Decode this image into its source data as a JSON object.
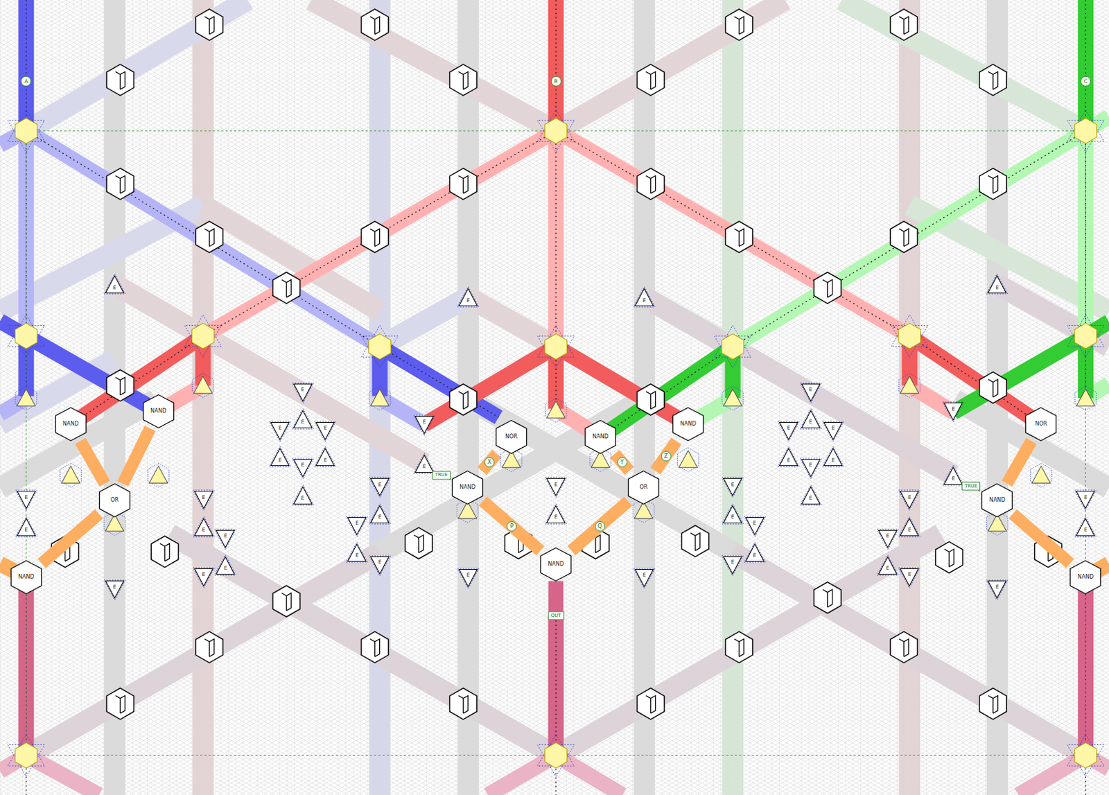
{
  "diagram": {
    "nodes": [
      {
        "text": [
          "A"
        ]
      },
      {
        "text": [
          "B"
        ]
      },
      {
        "text": [
          "C"
        ]
      },
      {
        "text": [
          "E"
        ]
      },
      {
        "text": [
          "E"
        ]
      },
      {
        "text": [
          "E"
        ]
      },
      {
        "text": [
          "E"
        ]
      },
      {
        "text": [
          "E"
        ]
      },
      {
        "text": [
          "E"
        ]
      },
      {
        "text": [
          "NAND"
        ]
      },
      {
        "text": [
          "E"
        ]
      },
      {
        "text": [
          "E"
        ]
      },
      {
        "text": [
          "E"
        ]
      },
      {
        "text": [
          "NAND"
        ]
      },
      {
        "text": [
          "E"
        ]
      },
      {
        "text": [
          "NAND"
        ]
      },
      {
        "text": [
          "NOR"
        ]
      },
      {
        "text": [
          "E"
        ]
      },
      {
        "text": [
          "E"
        ]
      },
      {
        "text": [
          "E"
        ]
      },
      {
        "text": [
          "E"
        ]
      },
      {
        "text": [
          "NOR"
        ]
      },
      {
        "text": [
          "NAND"
        ]
      },
      {
        "text": [
          "E"
        ]
      },
      {
        "text": [
          "E"
        ]
      },
      {
        "text": [
          "E"
        ]
      },
      {
        "text": [
          "E"
        ]
      },
      {
        "text": [
          "E"
        ]
      },
      {
        "text": [
          "E"
        ]
      },
      {
        "text": [
          "E"
        ]
      },
      {
        "text": [
          "E"
        ]
      },
      {
        "text": [
          "TRUE"
        ]
      },
      {
        "text": [
          "E"
        ]
      },
      {
        "text": [
          "NAND"
        ]
      },
      {
        "text": [
          "E"
        ]
      },
      {
        "text": [
          "OR"
        ]
      },
      {
        "text": [
          "E"
        ]
      },
      {
        "text": [
          "TRUE"
        ]
      },
      {
        "text": [
          "E"
        ]
      },
      {
        "text": [
          "E"
        ]
      },
      {
        "text": [
          "E"
        ]
      },
      {
        "text": [
          "OR"
        ]
      },
      {
        "text": [
          "E"
        ]
      },
      {
        "text": [
          "E"
        ]
      },
      {
        "text": [
          "NAND"
        ]
      },
      {
        "text": [
          "E"
        ]
      },
      {
        "text": [
          "E"
        ]
      },
      {
        "text": [
          "E"
        ]
      },
      {
        "text": [
          "E"
        ]
      },
      {
        "text": [
          "E"
        ]
      },
      {
        "text": [
          "E"
        ]
      },
      {
        "text": [
          "E"
        ]
      },
      {
        "text": [
          "E"
        ]
      },
      {
        "text": [
          "E"
        ]
      },
      {
        "text": [
          "E"
        ]
      },
      {
        "text": [
          "E"
        ]
      },
      {
        "text": [
          "E"
        ]
      },
      {
        "text": [
          "E"
        ]
      },
      {
        "text": [
          "E"
        ]
      },
      {
        "text": [
          "NAND"
        ]
      },
      {
        "text": [
          "E"
        ]
      },
      {
        "text": [
          "E"
        ]
      },
      {
        "text": [
          "E"
        ]
      },
      {
        "text": [
          "E"
        ]
      },
      {
        "text": [
          "NAND"
        ]
      },
      {
        "text": [
          "E"
        ]
      },
      {
        "text": [
          "E"
        ]
      },
      {
        "text": [
          "E"
        ]
      },
      {
        "text": [
          "E"
        ]
      },
      {
        "text": [
          "NAND"
        ]
      },
      {
        "text": [
          "E"
        ]
      },
      {
        "text": [
          "E"
        ]
      },
      {
        "text": [
          "OUT"
        ]
      }
    ],
    "edges": [
      {
        "from": 13,
        "to": 41,
        "arrow": "none"
      },
      {
        "from": 9,
        "to": 41,
        "arrow": "none"
      },
      {
        "from": 41,
        "to": 64,
        "arrow": "none"
      },
      {
        "from": 21,
        "to": 33,
        "label": "X",
        "arrow": "none"
      },
      {
        "from": 31,
        "to": 33,
        "arrow": "none"
      },
      {
        "from": 33,
        "to": 59,
        "label": "P",
        "arrow": "none"
      },
      {
        "from": 22,
        "to": 35,
        "label": "Y",
        "arrow": "none"
      },
      {
        "from": 15,
        "to": 35,
        "label": "Z",
        "arrow": "none"
      },
      {
        "from": 35,
        "to": 59,
        "label": "Q",
        "arrow": "none"
      },
      {
        "from": 59,
        "to": 72,
        "arrow": "none"
      },
      {
        "from": 16,
        "to": 44,
        "arrow": "none"
      },
      {
        "from": 37,
        "to": 44,
        "arrow": "none"
      },
      {
        "from": 44,
        "to": 69,
        "arrow": "none"
      }
    ]
  }
}
